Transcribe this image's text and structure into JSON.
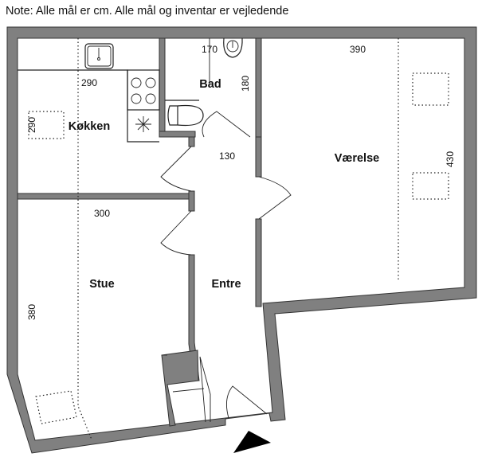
{
  "note": "Note: Alle mål er cm. Alle mål og inventar er vejledende",
  "rooms": {
    "kitchen": "Køkken",
    "bath": "Bad",
    "bedroom": "Værelse",
    "living": "Stue",
    "entrance": "Entre"
  },
  "dimensions": {
    "kitchen_width": "290",
    "kitchen_depth": "290",
    "bath_width": "170",
    "bath_depth": "180",
    "bedroom_width": "390",
    "bedroom_depth": "430",
    "entrance_width": "130",
    "living_width": "300",
    "living_depth": "380"
  },
  "colors": {
    "wall": "#808080"
  }
}
